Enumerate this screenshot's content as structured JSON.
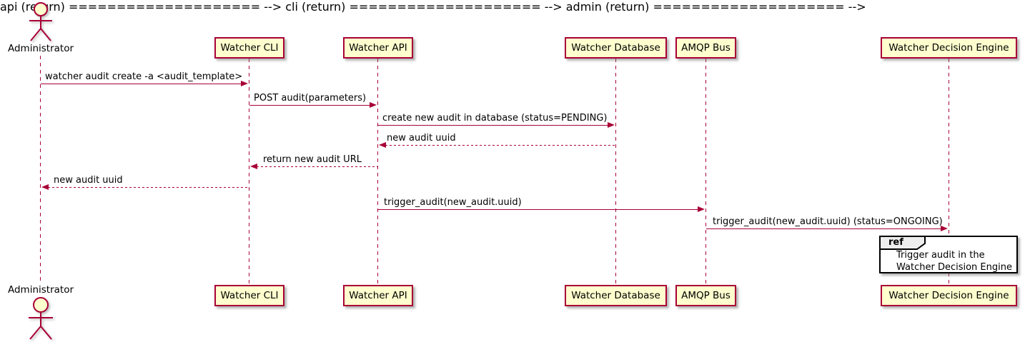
{
  "diagram": {
    "type": "sequence",
    "colors": {
      "accent": "#A80036",
      "participant_fill": "#FEFECE",
      "ref_header_fill": "#EEEEEE",
      "ref_border": "#000000",
      "background": "#FFFFFF"
    },
    "actor": {
      "name": "Administrator"
    },
    "participants": [
      {
        "label": "Watcher CLI"
      },
      {
        "label": "Watcher API"
      },
      {
        "label": "Watcher Database"
      },
      {
        "label": "AMQP Bus"
      },
      {
        "label": "Watcher Decision Engine"
      }
    ],
    "messages": [
      {
        "text": "watcher audit create -a <audit_template>",
        "from": "Administrator",
        "to": "Watcher CLI",
        "line": "solid"
      },
      {
        "text": "POST audit(parameters)",
        "from": "Watcher CLI",
        "to": "Watcher API",
        "line": "solid"
      },
      {
        "text": "create new audit in database (status=PENDING)",
        "from": "Watcher API",
        "to": "Watcher Database",
        "line": "solid"
      },
      {
        "text": "new audit uuid",
        "from": "Watcher Database",
        "to": "Watcher API",
        "line": "dashed"
      },
      {
        "text": "return new audit URL",
        "from": "Watcher API",
        "to": "Watcher CLI",
        "line": "dashed"
      },
      {
        "text": "new audit uuid",
        "from": "Watcher CLI",
        "to": "Administrator",
        "line": "dashed"
      },
      {
        "text": "trigger_audit(new_audit.uuid)",
        "from": "Watcher API",
        "to": "AMQP Bus",
        "line": "solid"
      },
      {
        "text": "trigger_audit(new_audit.uuid) (status=ONGOING)",
        "from": "AMQP Bus",
        "to": "Watcher Decision Engine",
        "line": "solid"
      }
    ],
    "ref": {
      "keyword": "ref",
      "lines": [
        "Trigger audit in the",
        "Watcher Decision Engine"
      ]
    }
  }
}
